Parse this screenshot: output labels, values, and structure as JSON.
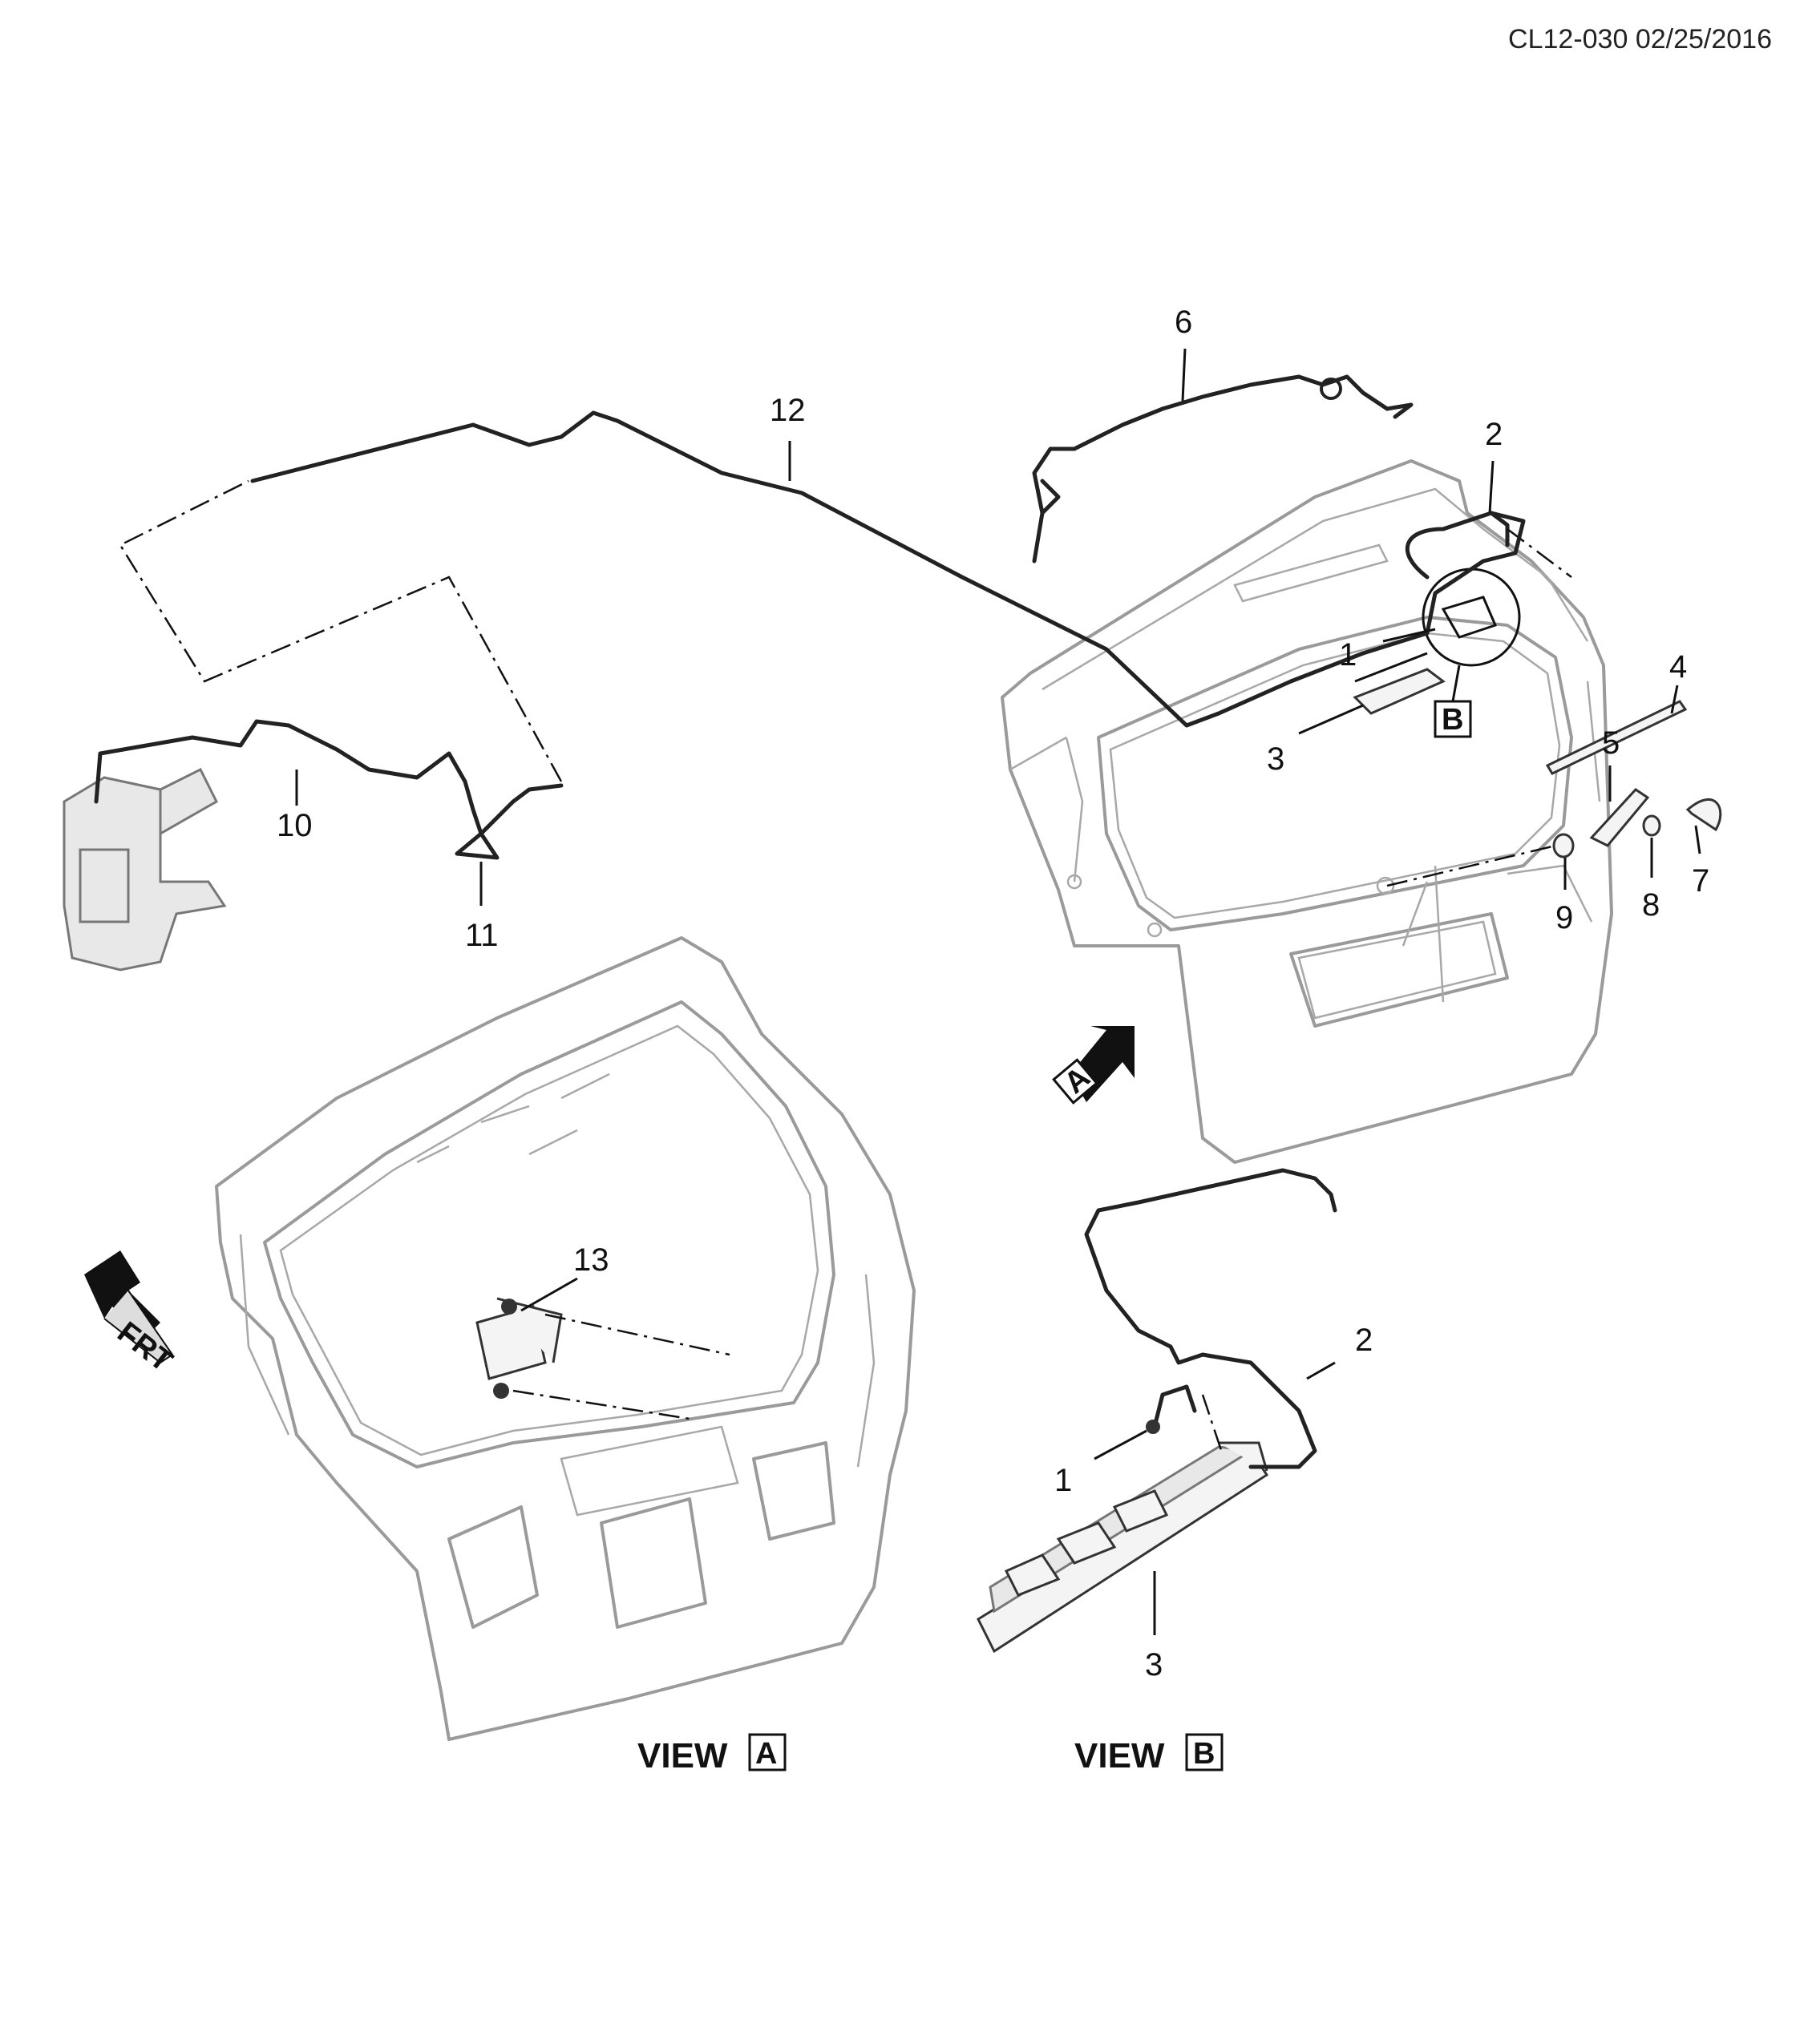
{
  "header": {
    "code": "CL12-030 02/25/2016"
  },
  "callouts": {
    "c1_upper": "1",
    "c2_upper": "2",
    "c3_upper": "3",
    "c4": "4",
    "c5": "5",
    "c6": "6",
    "c7": "7",
    "c8": "8",
    "c9": "9",
    "c10": "10",
    "c11": "11",
    "c12": "12",
    "c13": "13",
    "c1_lower": "1",
    "c2_lower": "2",
    "c3_lower": "3"
  },
  "markers": {
    "view_a_arrow": "A",
    "detail_b_box": "B",
    "front_arrow": "FRT"
  },
  "views": {
    "view_a": {
      "word": "VIEW",
      "letter": "A"
    },
    "view_b": {
      "word": "VIEW",
      "letter": "B"
    }
  },
  "icons": [
    "view-direction-arrow-icon",
    "front-direction-arrow-icon"
  ]
}
